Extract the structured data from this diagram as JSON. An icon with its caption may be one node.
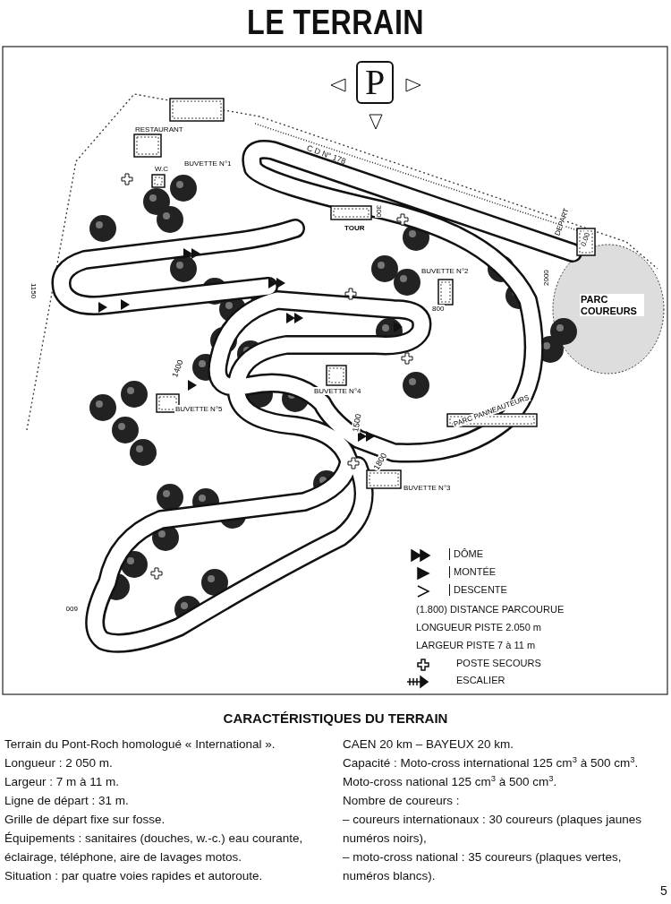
{
  "diagram": {
    "title": "LE TERRAIN",
    "labels": [
      "P",
      "RESTAURANT",
      "BUVETTE N°1",
      "W.C",
      "C D N° 178",
      "300",
      "TOUR",
      "DEPART",
      "0.00",
      "BUVETTE N°2",
      "PARC COUREURS",
      "2000",
      "800",
      "1150",
      "BUVETTE N°4",
      "BUVETTE N°5",
      "1400",
      "1500",
      "1800",
      "PARC PANNEAUTEURS",
      "BUVETTE N°3",
      "600",
      "(1.800) DISTANCE PARCOURUE",
      "LONGUEUR PISTE 2.050 m",
      "LARGEUR PISTE 7 à 11 m",
      "CARACTÉRISTIQUES DU TERRAIN",
      "Terrain du Pont-Roch homologué « International ».",
      "Longueur : 2 050 m.",
      "Largeur : 7 m à 11 m.",
      "Ligne de départ : 31 m.",
      "Grille de départ fixe sur fosse.",
      "Équipements : sanitaires (douches, w.-c.) eau courante, éclairage, téléphone, aire de lavages motos.",
      "Situation : par quatre voies rapides et autoroute.",
      "CAEN 20 km – BAYEUX 20 km.",
      "Capacité : Moto-cross international 125 cm$^{3}$ à 500 cm$^{3}$.",
      "Moto-cross national 125 cm$^{3}$ à 500 cm$^{3}$.",
      "Nombre de coureurs :",
      "– coureurs internationaux : 30 coureurs (plaques jaunes numéros noirs),",
      "– moto-cross national : 35 coureurs (plaques vertes, numéros blancs).",
      "5"
    ],
    "legend": [
      {
        "text": "DÔME"
      },
      {
        "text": "MONTÉE"
      },
      {
        "text": "DESCENTE"
      },
      {
        "text": "POSTE SECOURS"
      },
      {
        "text": "ESCALIER"
      }
    ]
  }
}
